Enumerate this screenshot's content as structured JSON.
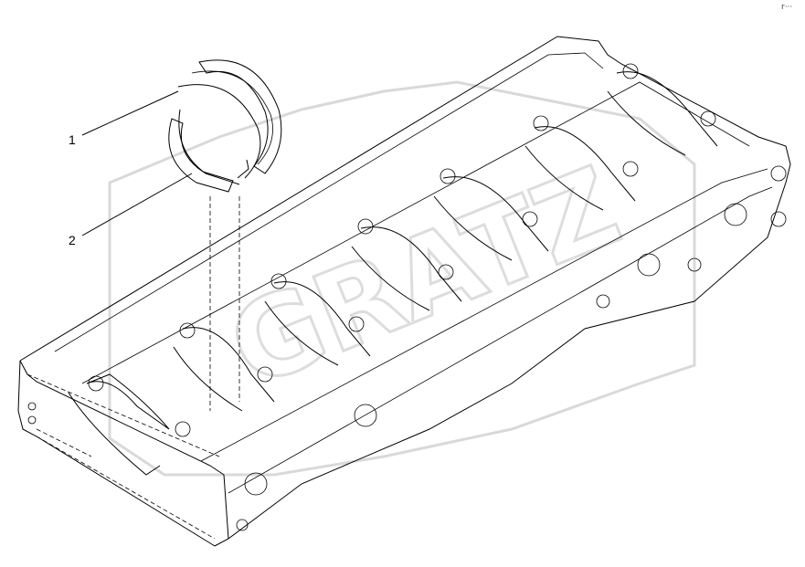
{
  "callouts": [
    {
      "id": "1",
      "label": "1"
    },
    {
      "id": "2",
      "label": "2"
    }
  ],
  "corner_mark": "r···",
  "watermark_text": "GRATZ",
  "colors": {
    "line": "#000000",
    "background": "#ffffff",
    "watermark": "#d9d9d9"
  },
  "parts": [
    {
      "callout": "1",
      "name": "thrust-washer-upper"
    },
    {
      "callout": "2",
      "name": "thrust-washer-lower"
    }
  ],
  "assembly": "cylinder-block-lower-crankcase"
}
